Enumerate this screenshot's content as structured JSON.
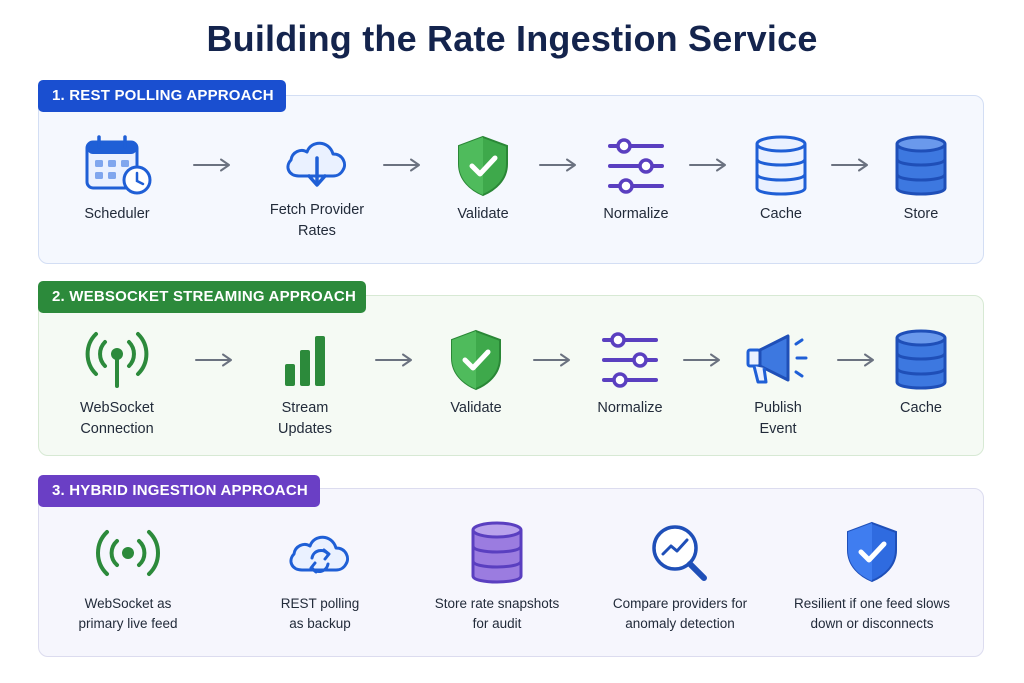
{
  "title": "Building the Rate Ingestion Service",
  "colors": {
    "blue": "#1a4fd0",
    "green": "#2c8a3b",
    "purple": "#6a3fc5",
    "navy": "#14244d"
  },
  "sections": [
    {
      "badge": "1. REST POLLING APPROACH",
      "steps": [
        {
          "icon": "calendar-clock-icon",
          "label_lines": [
            "Scheduler"
          ]
        },
        {
          "icon": "cloud-download-icon",
          "label_lines": [
            "Fetch Provider",
            "Rates"
          ]
        },
        {
          "icon": "shield-check-icon",
          "label_lines": [
            "Validate"
          ]
        },
        {
          "icon": "sliders-icon",
          "label_lines": [
            "Normalize"
          ]
        },
        {
          "icon": "database-icon",
          "label_lines": [
            "Cache"
          ]
        },
        {
          "icon": "database-icon",
          "label_lines": [
            "Store"
          ]
        }
      ]
    },
    {
      "badge": "2. WEBSOCKET STREAMING APPROACH",
      "steps": [
        {
          "icon": "broadcast-antenna-icon",
          "label_lines": [
            "WebSocket",
            "Connection"
          ]
        },
        {
          "icon": "bar-chart-icon",
          "label_lines": [
            "Stream",
            "Updates"
          ]
        },
        {
          "icon": "shield-check-icon",
          "label_lines": [
            "Validate"
          ]
        },
        {
          "icon": "sliders-icon",
          "label_lines": [
            "Normalize"
          ]
        },
        {
          "icon": "megaphone-icon",
          "label_lines": [
            "Publish",
            "Event"
          ]
        },
        {
          "icon": "database-icon",
          "label_lines": [
            "Cache"
          ]
        }
      ]
    },
    {
      "badge": "3. HYBRID INGESTION APPROACH",
      "items": [
        {
          "icon": "broadcast-signal-icon",
          "label_lines": [
            "WebSocket as",
            "primary live feed"
          ]
        },
        {
          "icon": "cloud-sync-icon",
          "label_lines": [
            "REST polling",
            "as backup"
          ]
        },
        {
          "icon": "database-icon",
          "label_lines": [
            "Store rate snapshots",
            "for audit"
          ]
        },
        {
          "icon": "magnifier-chart-icon",
          "label_lines": [
            "Compare providers for",
            "anomaly detection"
          ]
        },
        {
          "icon": "shield-check-icon",
          "label_lines": [
            "Resilient if one feed slows",
            "down or disconnects"
          ]
        }
      ]
    }
  ]
}
